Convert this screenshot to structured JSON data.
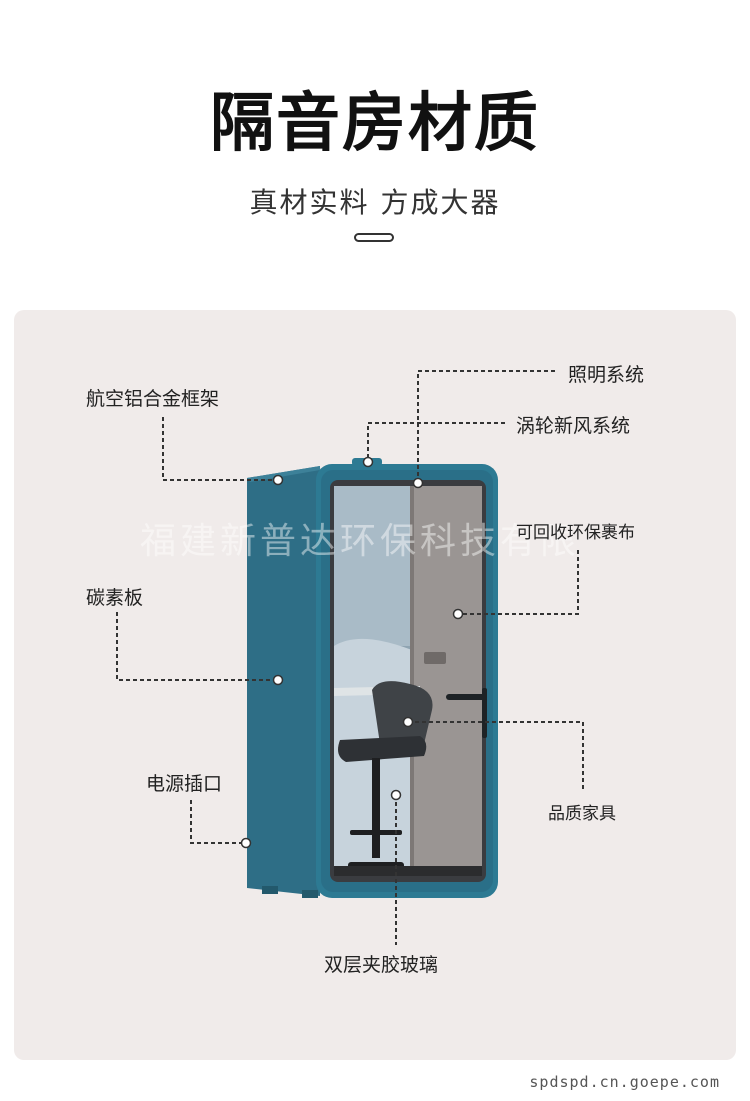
{
  "title": "隔音房材质",
  "subtitle": "真材实料 方成大器",
  "labels": {
    "frame": "航空铝合金框架",
    "lighting": "照明系统",
    "ventilation": "涡轮新风系统",
    "fabric": "可回收环保裹布",
    "carbon": "碳素板",
    "furniture": "品质家具",
    "power": "电源插口",
    "glass": "双层夹胶玻璃"
  },
  "watermark": "福建新普达环保科技有限",
  "footer": "spdspd.cn.goepe.com",
  "colors": {
    "booth_teal": "#2a6f88",
    "panel_bg": "#f0ebea",
    "fabric_grey": "#9a9593"
  }
}
